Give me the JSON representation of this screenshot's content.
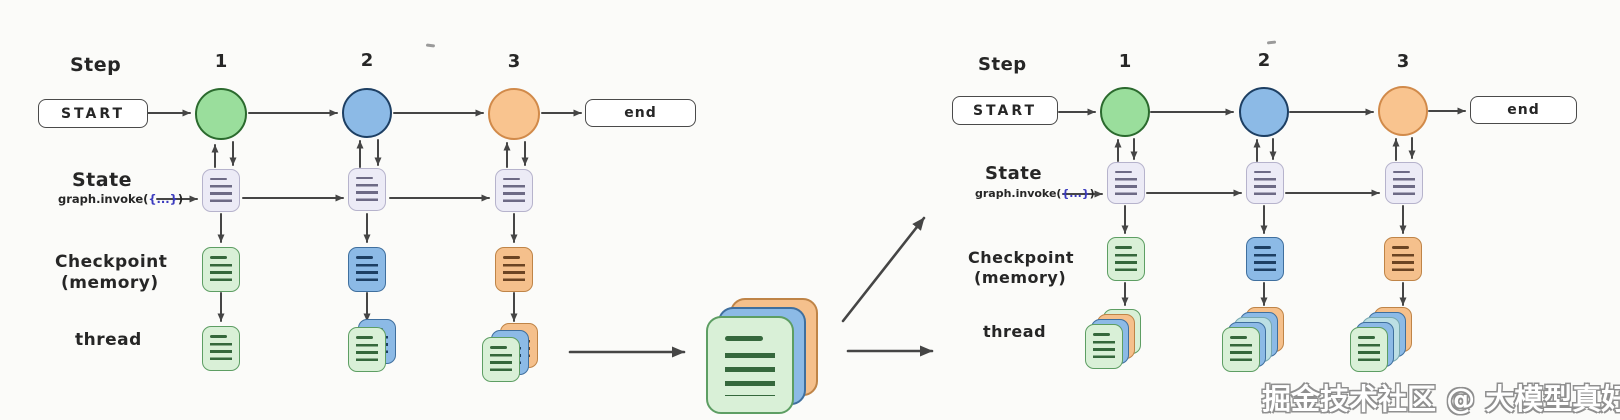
{
  "labels": {
    "step": "Step",
    "steps": [
      "1",
      "2",
      "3"
    ],
    "start": "START",
    "end": "end",
    "state": "State",
    "invoke_prefix": "graph.invoke(",
    "invoke_braces": "{...}",
    "invoke_suffix": ")",
    "checkpoint_line1": "Checkpoint",
    "checkpoint_line2": "(memory)",
    "thread": "thread"
  },
  "watermark": "掘金技术社区 @ 大模型真好玩",
  "colors": {
    "arrow": "#454545",
    "ink": "#262626",
    "node_green_fill": "#9ade9c",
    "node_green_border": "#2b6a2e",
    "node_blue_fill": "#8cbae6",
    "node_blue_border": "#1d3f63",
    "node_orange_fill": "#f9c48f",
    "node_orange_border": "#d18a4a",
    "doc_state_fill": "#ecebf6",
    "doc_state_border": "#b6b3cc",
    "doc_state_line": "#6d6a85",
    "doc_green_fill": "#d9f0d7",
    "doc_green_border": "#5d9e63",
    "doc_green_line": "#35683c",
    "doc_blue_fill": "#8cbae6",
    "doc_blue_border": "#3f6f9e",
    "doc_blue_line": "#1d3f63",
    "doc_orange_fill": "#f5c08c",
    "doc_orange_border": "#bf8447",
    "doc_orange_line": "#6b4423",
    "doc_teal_fill": "#bcdfe4",
    "doc_teal_border": "#76a8b0",
    "doc_teal_line": "#3d6e77",
    "box_border": "#4a4a4a",
    "watermark_fill": "#ffffff",
    "watermark_outline": "#8f8f8f"
  },
  "structure": {
    "left_diagram_checkpoints": [
      "green",
      "blue",
      "orange"
    ],
    "left_thread_stacks": [
      [
        "green"
      ],
      [
        "blue",
        "green"
      ],
      [
        "orange",
        "blue",
        "green"
      ]
    ],
    "merged_stack": [
      "orange",
      "blue",
      "green"
    ],
    "right_diagram_checkpoints": [
      "green",
      "blue",
      "orange"
    ],
    "right_thread_stacks": [
      [
        "green",
        "orange",
        "blue",
        "green"
      ],
      [
        "orange",
        "blue",
        "teal",
        "blue",
        "green"
      ],
      [
        "orange",
        "blue",
        "teal",
        "blue",
        "green"
      ]
    ]
  }
}
